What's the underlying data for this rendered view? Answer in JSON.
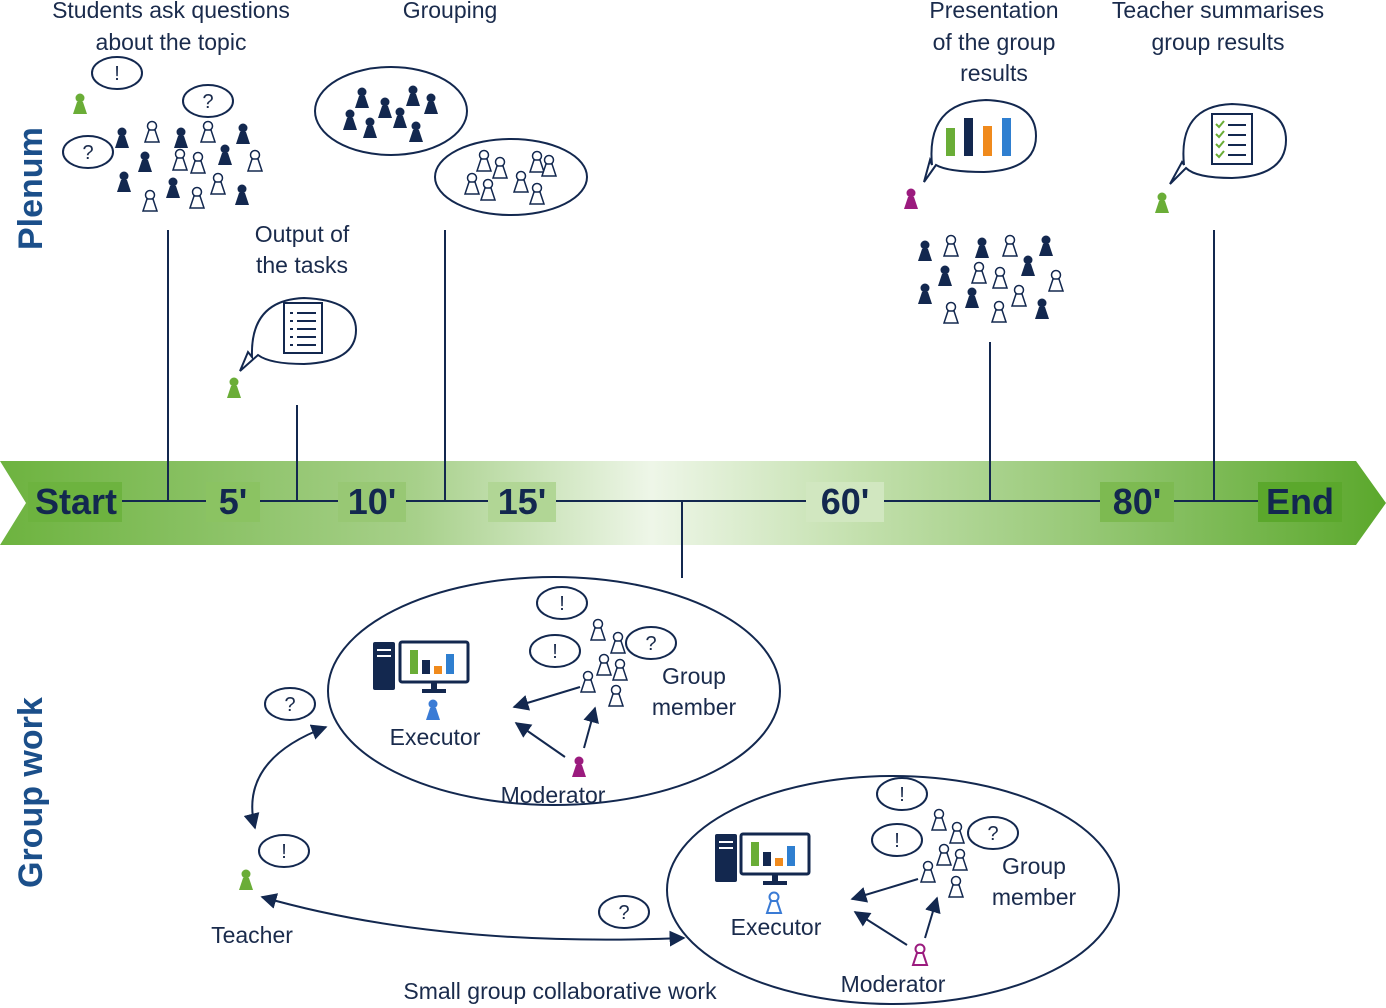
{
  "side_labels": {
    "plenum": "Plenum",
    "group_work": "Group work"
  },
  "timeline": {
    "start": "Start",
    "t5": "5'",
    "t10": "10'",
    "t15": "15'",
    "t60": "60'",
    "t80": "80'",
    "end": "End"
  },
  "phases": {
    "students_ask": [
      "Students ask questions",
      "about the topic"
    ],
    "grouping": "Grouping",
    "output": [
      "Output of",
      "the tasks"
    ],
    "presentation": [
      "Presentation",
      "of the group",
      "results"
    ],
    "summary": [
      "Teacher summarises",
      "group results"
    ]
  },
  "group_work": {
    "executor": "Executor",
    "group_member": [
      "Group",
      "member"
    ],
    "moderator": "Moderator",
    "teacher": "Teacher",
    "caption": "Small group collaborative work"
  },
  "bubbles": {
    "exclaim": "!",
    "question": "?"
  },
  "colors": {
    "navy": "#13284f",
    "teacher_green": "#6aad37",
    "moderator_purple": "#9b1b7e",
    "executor_blue": "#3a7bd5",
    "bar_green": "#6aad37",
    "bar_orange": "#f08a1c",
    "bar_blue": "#2f7fd0"
  }
}
